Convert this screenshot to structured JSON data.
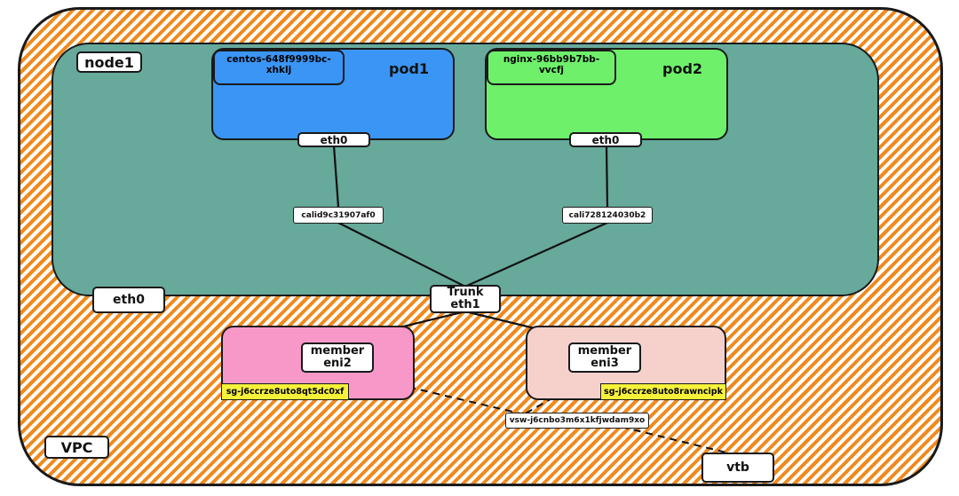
{
  "vpc": {
    "label": "VPC"
  },
  "node": {
    "label": "node1",
    "eth0": "eth0"
  },
  "pods": [
    {
      "title": "pod1",
      "name": "centos-648f9999bc-xhklj",
      "iface": "eth0",
      "veth": "calid9c31907af0",
      "color": "#3a95f5"
    },
    {
      "title": "pod2",
      "name": "nginx-96bb9b7bb-vvcfj",
      "iface": "eth0",
      "veth": "cali728124030b2",
      "color": "#6ef06a"
    }
  ],
  "trunk": {
    "label": "Trunk\neth1"
  },
  "members": [
    {
      "label": "member\neni2",
      "sg": "sg-j6ccrze8uto8qt5dc0xf",
      "color": "#f898c9"
    },
    {
      "label": "member\neni3",
      "sg": "sg-j6ccrze8uto8rawncipk",
      "color": "#f6d1cc"
    }
  ],
  "vswitch": {
    "label": "vsw-j6cnbo3m6x1kfjwdam9xo"
  },
  "vtb": {
    "label": "vtb"
  },
  "colors": {
    "vpc_hatch": "#f08a1e",
    "node_bg": "#67a99a",
    "sg_bg": "#f6f23a"
  }
}
